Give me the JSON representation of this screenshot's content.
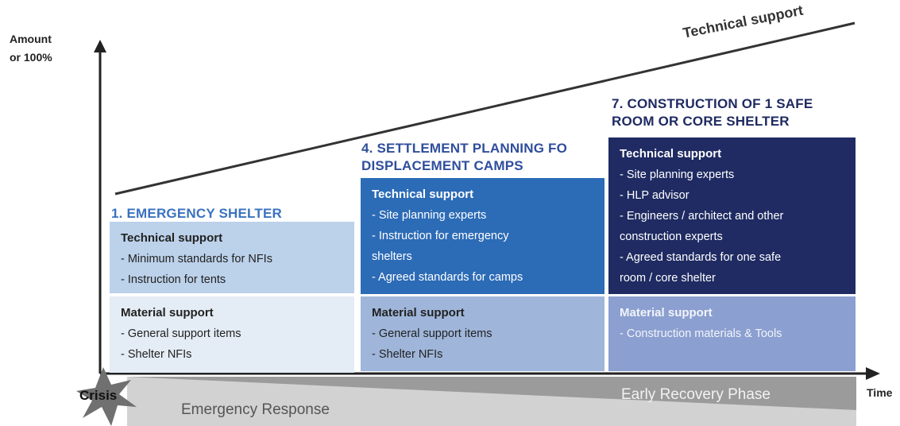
{
  "axis": {
    "y_label_line1": "Amount",
    "y_label_line2": "or 100%",
    "x_label": "Time"
  },
  "trend_label": "Technical support",
  "stages": [
    {
      "heading": "1. EMERGENCY SHELTER",
      "technical": {
        "title": "Technical support",
        "items": [
          "- Minimum standards for NFIs",
          "- Instruction for tents"
        ]
      },
      "material": {
        "title": "Material support",
        "items": [
          "- General support items",
          "- Shelter NFIs"
        ]
      }
    },
    {
      "heading": "4. SETTLEMENT PLANNING FO",
      "heading_line2": "DISPLACEMENT CAMPS",
      "technical": {
        "title": "Technical support",
        "items": [
          "- Site planning experts",
          "- Instruction for emergency",
          "shelters",
          "- Agreed standards for camps"
        ]
      },
      "material": {
        "title": "Material support",
        "items": [
          "- General support items",
          "- Shelter NFIs"
        ]
      }
    },
    {
      "heading": "7. CONSTRUCTION OF 1 SAFE",
      "heading_line2": "ROOM OR CORE SHELTER",
      "technical": {
        "title": "Technical support",
        "items": [
          "- Site planning experts",
          "- HLP advisor",
          "- Engineers / architect and other",
          "construction experts",
          "- Agreed standards for one safe",
          "room / core shelter"
        ]
      },
      "material": {
        "title": "Material support",
        "items": [
          "- Construction materials & Tools"
        ]
      }
    }
  ],
  "phases": {
    "crisis": "Crisis",
    "emergency": "Emergency Response",
    "recovery": "Early Recovery Phase"
  },
  "colors": {
    "stage1_tech": "#bcd1ea",
    "stage1_mat": "#e4ecf5",
    "stage4_tech": "#2c6bb6",
    "stage4_mat": "#9fb6da",
    "stage7_tech": "#1f2b62",
    "stage7_mat": "#8b9fd0"
  }
}
